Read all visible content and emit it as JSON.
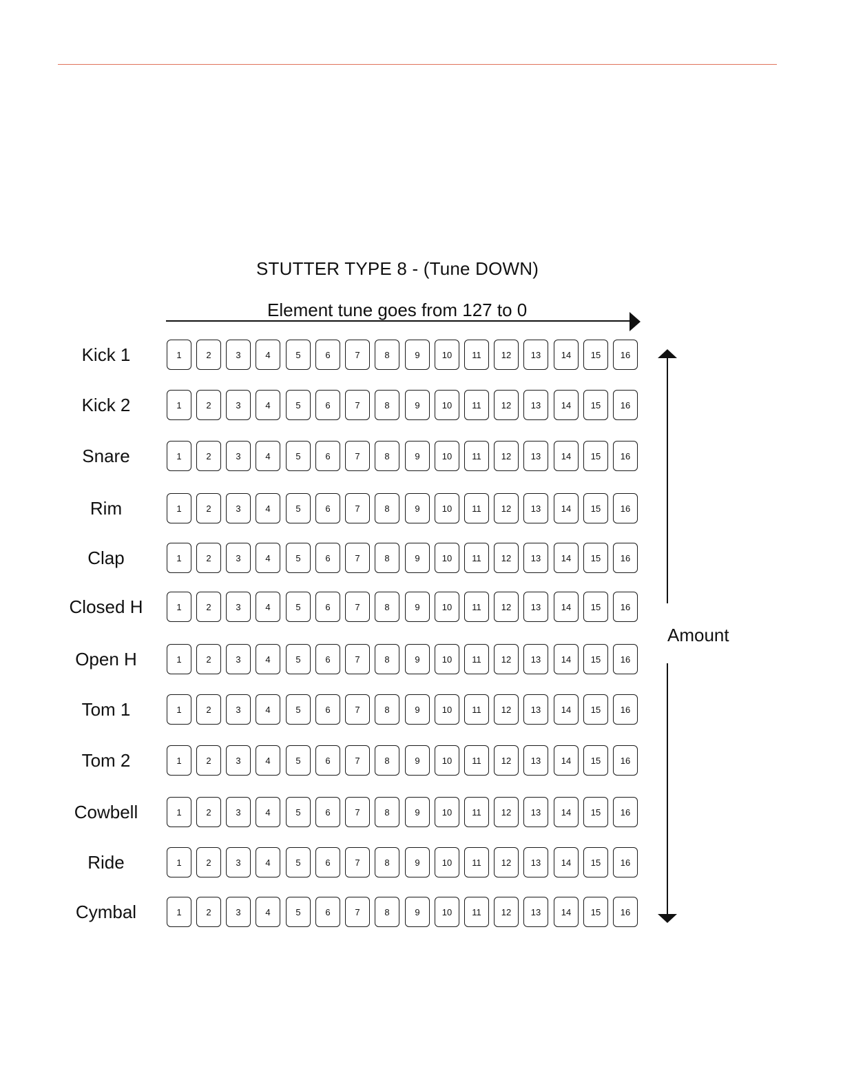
{
  "title": "STUTTER TYPE 8 - (Tune DOWN)",
  "subtitle": "Element tune goes from 127 to 0",
  "vertical_axis_label": "Amount",
  "rule_color": "#e0725a",
  "rows": [
    {
      "label": "Kick 1"
    },
    {
      "label": "Kick 2"
    },
    {
      "label": "Snare"
    },
    {
      "label": "Rim"
    },
    {
      "label": "Clap"
    },
    {
      "label": "Closed H"
    },
    {
      "label": "Open H"
    },
    {
      "label": "Tom 1"
    },
    {
      "label": "Tom 2"
    },
    {
      "label": "Cowbell"
    },
    {
      "label": "Ride"
    },
    {
      "label": "Cymbal"
    }
  ],
  "steps": [
    "1",
    "2",
    "3",
    "4",
    "5",
    "6",
    "7",
    "8",
    "9",
    "10",
    "11",
    "12",
    "13",
    "14",
    "15",
    "16"
  ]
}
